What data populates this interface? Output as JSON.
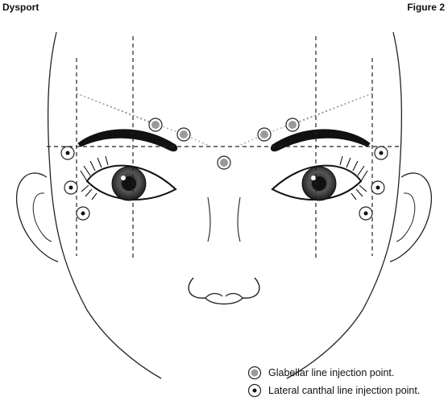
{
  "header": {
    "left_label": "Dysport",
    "right_label": "Figure 2"
  },
  "legend": {
    "items": [
      {
        "label": "Glabellar line injection point.",
        "marker": "glabellar-point"
      },
      {
        "label": "Lateral canthal line injection point.",
        "marker": "lateral-canthal-point"
      }
    ]
  },
  "colors": {
    "line": "#222222",
    "glabellar_fill": "#9a9a9a",
    "guide_dotted": "#8c8c8c"
  }
}
